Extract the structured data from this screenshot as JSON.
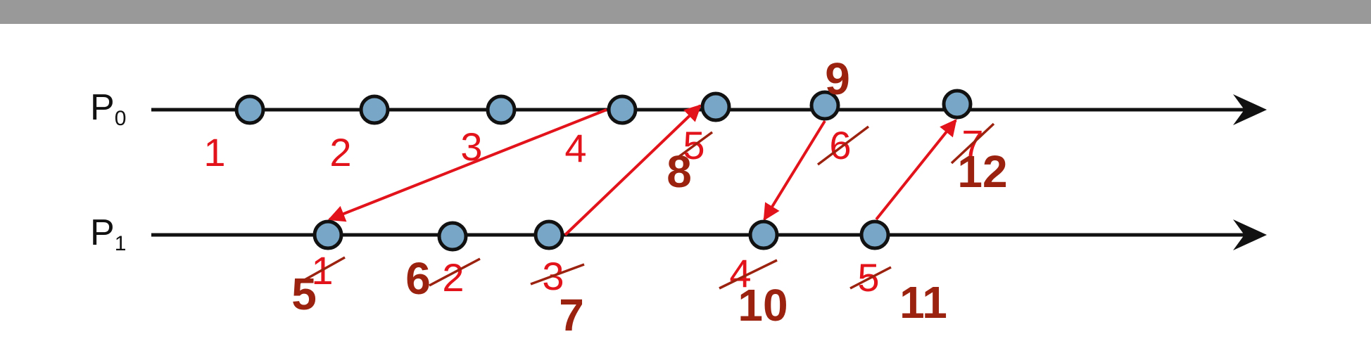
{
  "header": {
    "bar_color": "#999999"
  },
  "colors": {
    "original_clock": "#e3131b",
    "corrected_clock": "#9c2210",
    "event_fill": "#78a6c6",
    "line": "#111111"
  },
  "processes": [
    {
      "name": "P",
      "sub": "0",
      "events": [
        {
          "orig": "1",
          "struck": false,
          "new": ""
        },
        {
          "orig": "2",
          "struck": false,
          "new": ""
        },
        {
          "orig": "3",
          "struck": false,
          "new": ""
        },
        {
          "orig": "4",
          "struck": false,
          "new": ""
        },
        {
          "orig": "5",
          "struck": true,
          "new": "8"
        },
        {
          "orig": "6",
          "struck": true,
          "new": "9"
        },
        {
          "orig": "7",
          "struck": true,
          "new": "12"
        }
      ]
    },
    {
      "name": "P",
      "sub": "1",
      "events": [
        {
          "orig": "1",
          "struck": true,
          "new": "5"
        },
        {
          "orig": "2",
          "struck": true,
          "new": "6"
        },
        {
          "orig": "3",
          "struck": true,
          "new": "7"
        },
        {
          "orig": "4",
          "struck": true,
          "new": "10"
        },
        {
          "orig": "5",
          "struck": true,
          "new": "11"
        }
      ]
    }
  ],
  "messages": [
    {
      "from": "P0.event4",
      "to": "P1.event1"
    },
    {
      "from": "P1.event3",
      "to": "P0.event5"
    },
    {
      "from": "P0.event6",
      "to": "P1.event4"
    },
    {
      "from": "P1.event5",
      "to": "P0.event7"
    }
  ]
}
